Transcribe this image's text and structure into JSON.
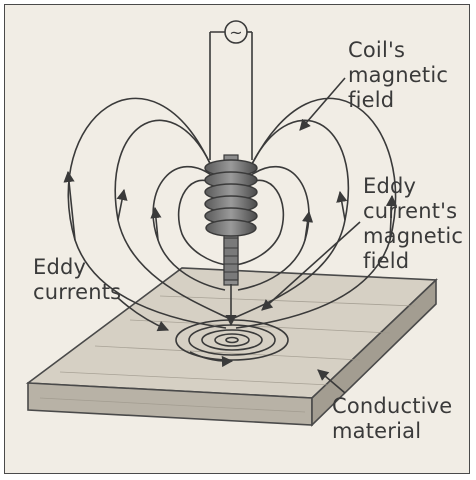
{
  "labels": {
    "coil_field": [
      "Coil's",
      "magnetic",
      "field"
    ],
    "eddy_field": [
      "Eddy",
      "current's",
      "magnetic",
      "field"
    ],
    "eddy_currents": [
      "Eddy",
      "currents"
    ],
    "conductive_material": [
      "Conductive",
      "material"
    ]
  },
  "source_symbol": "~",
  "colors": {
    "background": "#f1ede5",
    "ink": "#3a3a3a",
    "plate_top": "#d6d0c4",
    "plate_side": "#a39d91"
  }
}
